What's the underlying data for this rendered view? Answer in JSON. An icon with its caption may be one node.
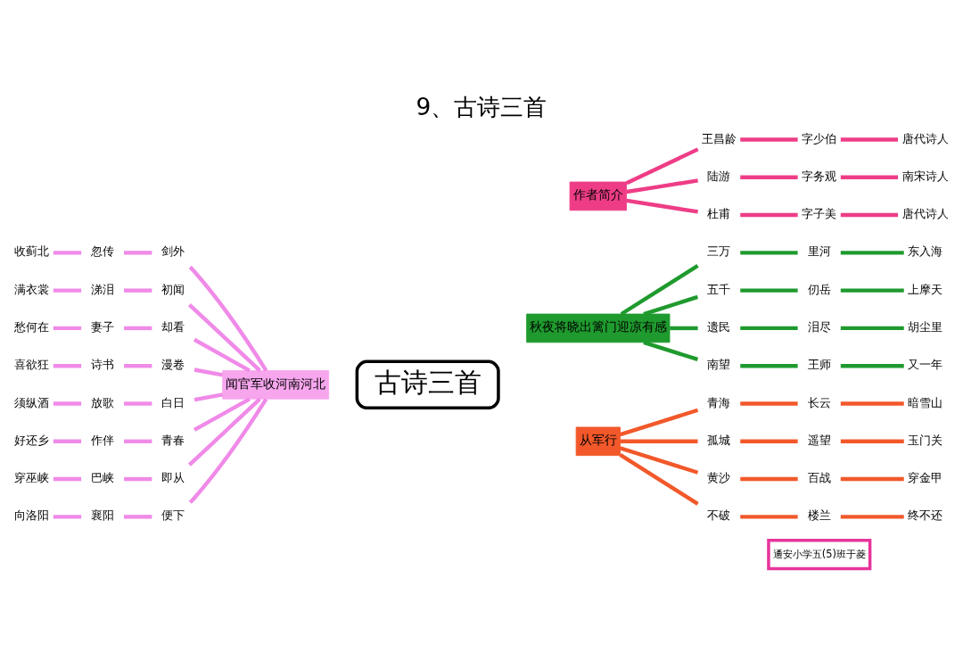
{
  "diagram": {
    "title": "9、古诗三首",
    "nodes": [
      {
        "text": [
          "古诗三首"
        ]
      },
      {
        "text": [
          "闻官军收河南河北"
        ]
      },
      {
        "text": [
          "剑外"
        ]
      },
      {
        "text": [
          "忽传"
        ]
      },
      {
        "text": [
          "收蓟北"
        ]
      },
      {
        "text": [
          "初闻"
        ]
      },
      {
        "text": [
          "涕泪"
        ]
      },
      {
        "text": [
          "满衣裳"
        ]
      },
      {
        "text": [
          "却看"
        ]
      },
      {
        "text": [
          "妻子"
        ]
      },
      {
        "text": [
          "愁何在"
        ]
      },
      {
        "text": [
          "漫卷"
        ]
      },
      {
        "text": [
          "诗书"
        ]
      },
      {
        "text": [
          "喜欲狂"
        ]
      },
      {
        "text": [
          "白日"
        ]
      },
      {
        "text": [
          "放歌"
        ]
      },
      {
        "text": [
          "须纵酒"
        ]
      },
      {
        "text": [
          "青春"
        ]
      },
      {
        "text": [
          "作伴"
        ]
      },
      {
        "text": [
          "好还乡"
        ]
      },
      {
        "text": [
          "即从"
        ]
      },
      {
        "text": [
          "巴峡"
        ]
      },
      {
        "text": [
          "穿巫峡"
        ]
      },
      {
        "text": [
          "便下"
        ]
      },
      {
        "text": [
          "襄阳"
        ]
      },
      {
        "text": [
          "向洛阳"
        ]
      },
      {
        "text": [
          "作者简介"
        ]
      },
      {
        "text": [
          "王昌龄"
        ]
      },
      {
        "text": [
          "字少伯"
        ]
      },
      {
        "text": [
          "唐代诗人"
        ]
      },
      {
        "text": [
          "陆游"
        ]
      },
      {
        "text": [
          "字务观"
        ]
      },
      {
        "text": [
          "南宋诗人"
        ]
      },
      {
        "text": [
          "杜甫"
        ]
      },
      {
        "text": [
          "字子美"
        ]
      },
      {
        "text": [
          "唐代诗人"
        ]
      },
      {
        "text": [
          "秋夜将晓出篱门迎凉有感"
        ]
      },
      {
        "text": [
          "三万"
        ]
      },
      {
        "text": [
          "里河"
        ]
      },
      {
        "text": [
          "东入海"
        ]
      },
      {
        "text": [
          "五千"
        ]
      },
      {
        "text": [
          "仞岳"
        ]
      },
      {
        "text": [
          "上摩天"
        ]
      },
      {
        "text": [
          "遗民"
        ]
      },
      {
        "text": [
          "泪尽"
        ]
      },
      {
        "text": [
          "胡尘里"
        ]
      },
      {
        "text": [
          "南望"
        ]
      },
      {
        "text": [
          "王师"
        ]
      },
      {
        "text": [
          "又一年"
        ]
      },
      {
        "text": [
          "从军行"
        ]
      },
      {
        "text": [
          "青海"
        ]
      },
      {
        "text": [
          "长云"
        ]
      },
      {
        "text": [
          "暗雪山"
        ]
      },
      {
        "text": [
          "孤城"
        ]
      },
      {
        "text": [
          "遥望"
        ]
      },
      {
        "text": [
          "玉门关"
        ]
      },
      {
        "text": [
          "黄沙"
        ]
      },
      {
        "text": [
          "百战"
        ]
      },
      {
        "text": [
          "穿金甲"
        ]
      },
      {
        "text": [
          "不破"
        ]
      },
      {
        "text": [
          "楼兰"
        ]
      },
      {
        "text": [
          "终不还"
        ]
      },
      {
        "text": [
          "通安小学五(5)班于菱"
        ]
      }
    ],
    "edges": [
      {
        "from": 1,
        "to": 2,
        "arrow": "none"
      },
      {
        "from": 2,
        "to": 3,
        "arrow": "none"
      },
      {
        "from": 3,
        "to": 4,
        "arrow": "none"
      },
      {
        "from": 1,
        "to": 5,
        "arrow": "none"
      },
      {
        "from": 5,
        "to": 6,
        "arrow": "none"
      },
      {
        "from": 6,
        "to": 7,
        "arrow": "none"
      },
      {
        "from": 1,
        "to": 8,
        "arrow": "none"
      },
      {
        "from": 8,
        "to": 9,
        "arrow": "none"
      },
      {
        "from": 9,
        "to": 10,
        "arrow": "none"
      },
      {
        "from": 1,
        "to": 11,
        "arrow": "none"
      },
      {
        "from": 11,
        "to": 12,
        "arrow": "none"
      },
      {
        "from": 12,
        "to": 13,
        "arrow": "none"
      },
      {
        "from": 1,
        "to": 14,
        "arrow": "none"
      },
      {
        "from": 14,
        "to": 15,
        "arrow": "none"
      },
      {
        "from": 15,
        "to": 16,
        "arrow": "none"
      },
      {
        "from": 1,
        "to": 17,
        "arrow": "none"
      },
      {
        "from": 17,
        "to": 18,
        "arrow": "none"
      },
      {
        "from": 18,
        "to": 19,
        "arrow": "none"
      },
      {
        "from": 1,
        "to": 20,
        "arrow": "none"
      },
      {
        "from": 20,
        "to": 21,
        "arrow": "none"
      },
      {
        "from": 21,
        "to": 22,
        "arrow": "none"
      },
      {
        "from": 1,
        "to": 23,
        "arrow": "none"
      },
      {
        "from": 23,
        "to": 24,
        "arrow": "none"
      },
      {
        "from": 24,
        "to": 25,
        "arrow": "none"
      },
      {
        "from": 26,
        "to": 27,
        "arrow": "none",
        "color": "#ee3d86"
      },
      {
        "from": 27,
        "to": 28,
        "arrow": "none",
        "color": "#ee3d86"
      },
      {
        "from": 28,
        "to": 29,
        "arrow": "none",
        "color": "#ee3d86"
      },
      {
        "from": 26,
        "to": 30,
        "arrow": "none",
        "color": "#ee3d86"
      },
      {
        "from": 30,
        "to": 31,
        "arrow": "none",
        "color": "#ee3d86"
      },
      {
        "from": 31,
        "to": 32,
        "arrow": "none",
        "color": "#ee3d86"
      },
      {
        "from": 26,
        "to": 33,
        "arrow": "none",
        "color": "#ee3d86"
      },
      {
        "from": 33,
        "to": 34,
        "arrow": "none",
        "color": "#ee3d86"
      },
      {
        "from": 34,
        "to": 35,
        "arrow": "none",
        "color": "#ee3d86"
      },
      {
        "from": 36,
        "to": 37,
        "arrow": "none",
        "color": "#1f9a2e"
      },
      {
        "from": 37,
        "to": 38,
        "arrow": "none",
        "color": "#1f9a2e"
      },
      {
        "from": 38,
        "to": 39,
        "arrow": "none",
        "color": "#1f9a2e"
      },
      {
        "from": 36,
        "to": 40,
        "arrow": "none",
        "color": "#1f9a2e"
      },
      {
        "from": 40,
        "to": 41,
        "arrow": "none",
        "color": "#1f9a2e"
      },
      {
        "from": 41,
        "to": 42,
        "arrow": "none",
        "color": "#1f9a2e"
      },
      {
        "from": 36,
        "to": 43,
        "arrow": "none",
        "color": "#1f9a2e"
      },
      {
        "from": 43,
        "to": 44,
        "arrow": "none",
        "color": "#1f9a2e"
      },
      {
        "from": 44,
        "to": 45,
        "arrow": "none",
        "color": "#1f9a2e"
      },
      {
        "from": 36,
        "to": 46,
        "arrow": "none",
        "color": "#1f9a2e"
      },
      {
        "from": 46,
        "to": 47,
        "arrow": "none",
        "color": "#1f9a2e"
      },
      {
        "from": 47,
        "to": 48,
        "arrow": "none",
        "color": "#1f9a2e"
      },
      {
        "from": 49,
        "to": 50,
        "arrow": "none",
        "color": "#f2582a"
      },
      {
        "from": 50,
        "to": 51,
        "arrow": "none",
        "color": "#f2582a"
      },
      {
        "from": 51,
        "to": 52,
        "arrow": "none",
        "color": "#f2582a"
      },
      {
        "from": 49,
        "to": 53,
        "arrow": "none",
        "color": "#f2582a"
      },
      {
        "from": 53,
        "to": 54,
        "arrow": "none",
        "color": "#f2582a"
      },
      {
        "from": 54,
        "to": 55,
        "arrow": "none",
        "color": "#f2582a"
      },
      {
        "from": 49,
        "to": 56,
        "arrow": "none",
        "color": "#f2582a"
      },
      {
        "from": 56,
        "to": 57,
        "arrow": "none",
        "color": "#f2582a"
      },
      {
        "from": 57,
        "to": 58,
        "arrow": "none",
        "color": "#f2582a"
      },
      {
        "from": 49,
        "to": 59,
        "arrow": "none",
        "color": "#f2582a"
      },
      {
        "from": 59,
        "to": 60,
        "arrow": "none",
        "color": "#f2582a"
      },
      {
        "from": 60,
        "to": 61,
        "arrow": "none",
        "color": "#f2582a"
      }
    ]
  }
}
